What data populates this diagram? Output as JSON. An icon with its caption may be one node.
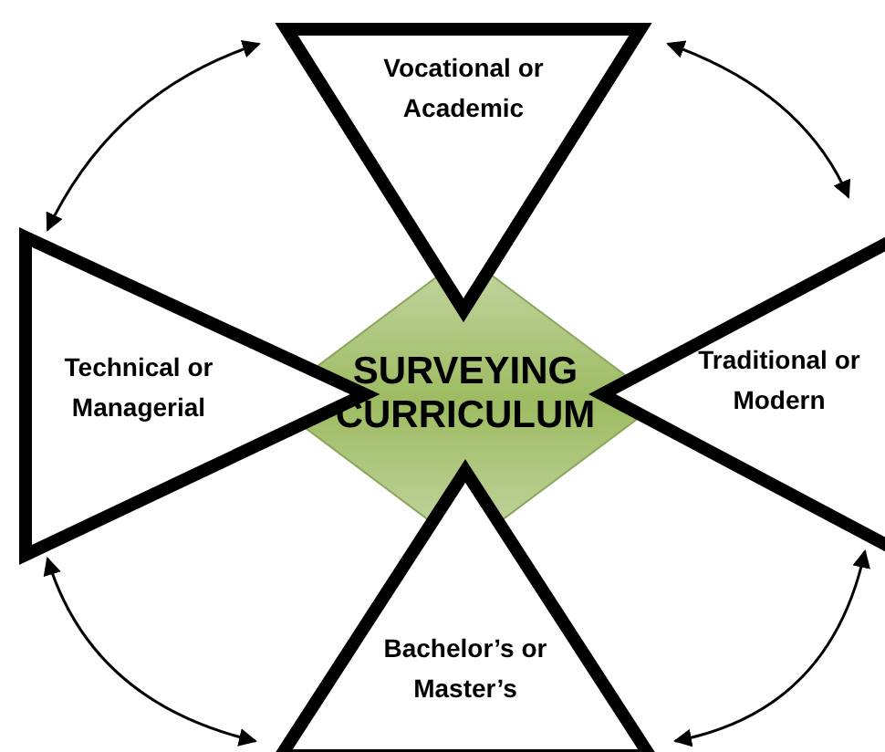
{
  "diagram": {
    "nodes": [
      {
        "text": [
          "Vocational or Academic"
        ]
      },
      {
        "text": [
          "Technical or Managerial"
        ]
      },
      {
        "text": [
          "SURVEYING CURRICULUM"
        ]
      },
      {
        "text": [
          "Traditional or Modern"
        ]
      },
      {
        "text": [
          "Bachelor’s or Master’s"
        ]
      }
    ],
    "edges": [
      {
        "from": 0,
        "to": 1,
        "arrow": "both"
      },
      {
        "from": 0,
        "to": 3,
        "arrow": "both"
      },
      {
        "from": 1,
        "to": 4,
        "arrow": "both"
      },
      {
        "from": 3,
        "to": 4,
        "arrow": "both"
      }
    ]
  }
}
